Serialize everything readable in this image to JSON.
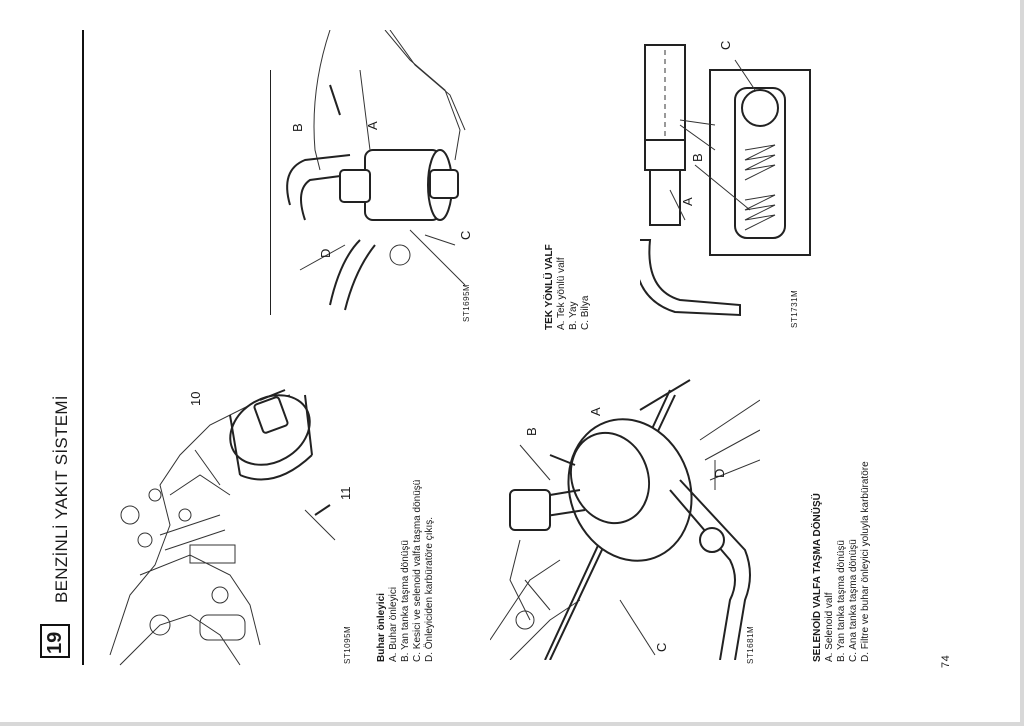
{
  "header": {
    "page_number": "19",
    "title": "BENZİNLİ YAKIT SİSTEMİ"
  },
  "figures": [
    {
      "code": "ST1095M",
      "callouts": [
        "10",
        "11"
      ],
      "caption_title": "Buhar önleyici",
      "caption_items": [
        "A. Buhar önleyici",
        "B. Yan tanka taşma dönüşü",
        "C. Kesici ve selenoid valfa taşma dönüşü",
        "D. Önleyiciden karbüratöre çıkış."
      ]
    },
    {
      "code": "ST1695M",
      "callouts": [
        "A",
        "B",
        "C",
        "D"
      ]
    },
    {
      "code": "ST1681M",
      "callouts": [
        "A",
        "B",
        "C",
        "D"
      ],
      "caption_title": "SELENOİD VALFA TAŞMA DÖNÜŞÜ",
      "caption_items": [
        "A. Selenoid valf",
        "B. Yan tanka taşma dönüşü",
        "C. Ana tanka taşma dönüşü",
        "D. Filtre ve buhar önleyici yoluyla karbüratöre"
      ]
    },
    {
      "code": "ST1731M",
      "callouts": [
        "A",
        "B",
        "C"
      ],
      "caption_title": "TEK YÖNLÜ VALF",
      "caption_items": [
        "A. Tek yönlü valf",
        "B. Yay",
        "C. Bilya"
      ]
    }
  ],
  "footer": {
    "page_folio": "74"
  }
}
